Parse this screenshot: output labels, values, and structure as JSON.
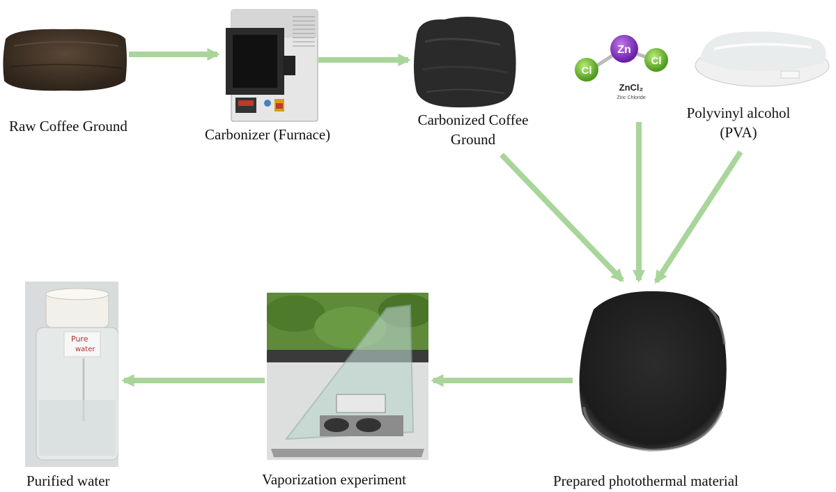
{
  "nodes": {
    "raw_coffee": {
      "label": "Raw Coffee Ground"
    },
    "carbonizer": {
      "label": "Carbonizer (Furnace)"
    },
    "carbonized": {
      "label_line1": "Carbonized Coffee",
      "label_line2": "Ground"
    },
    "zncl2": {
      "atom_zn": "Zn",
      "atom_cl_left": "Cl",
      "atom_cl_right": "Cl",
      "formula": "ZnCl₂",
      "name": "Zinc Chloride"
    },
    "pva": {
      "label_line1": "Polyvinyl alcohol",
      "label_line2": "(PVA)"
    },
    "photothermal": {
      "label": "Prepared photothermal material"
    },
    "vaporization": {
      "label": "Vaporization experiment"
    },
    "purified": {
      "label": "Purified water",
      "bottle_text_line1": "Pure",
      "bottle_text_line2": "water"
    }
  },
  "colors": {
    "arrow": "#a9d59a",
    "coffee": "#4a3a2c",
    "carbon": "#2a2a2a",
    "zinc": "#8a2fc8",
    "chlorine": "#7ac23a"
  }
}
